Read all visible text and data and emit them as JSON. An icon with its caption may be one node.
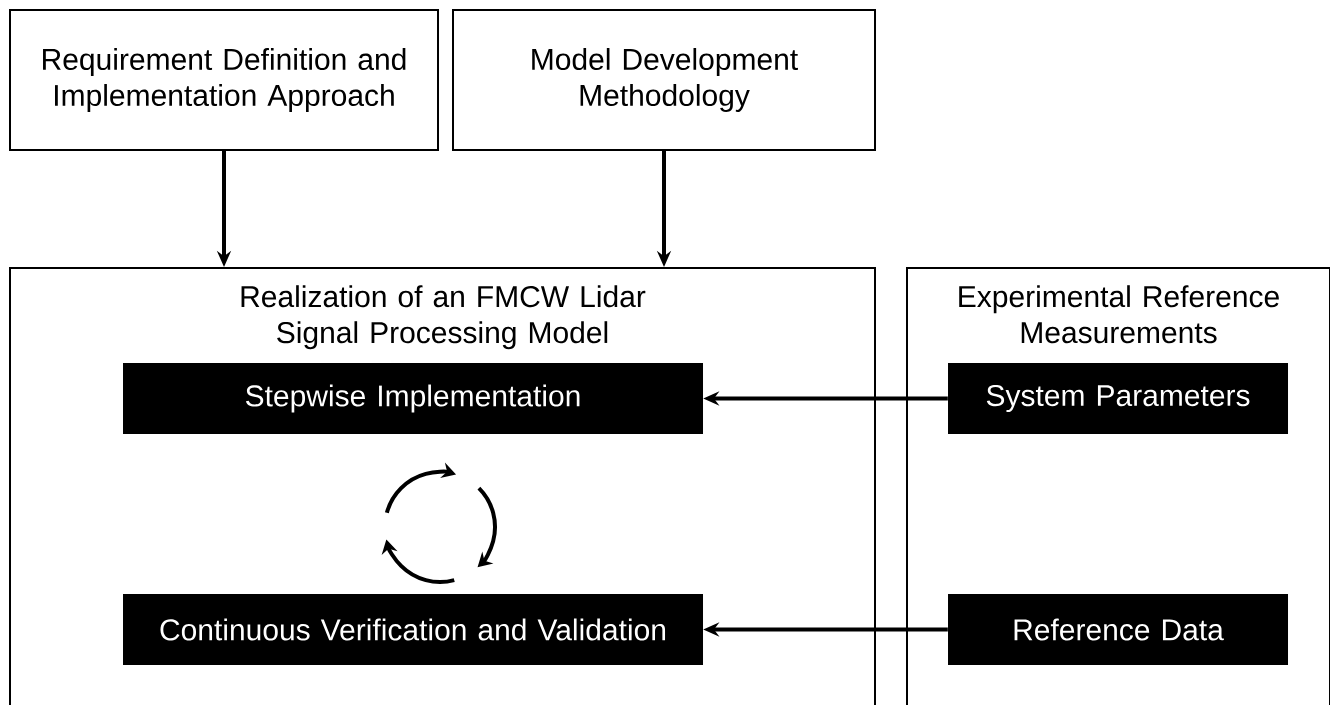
{
  "diagram": {
    "nodes": [
      {
        "text": [
          "Requirement Definition and Implementation Approach"
        ]
      },
      {
        "text": [
          "Model Development Methodology"
        ]
      },
      {
        "text": [
          "Realization of an FMCW Lidar Signal Processing Model"
        ]
      },
      {
        "text": [
          "Experimental Reference Measurements"
        ]
      },
      {
        "text": [
          "Stepwise Implementation"
        ],
        "in": 2
      },
      {
        "text": [
          "Continuous Verification and Validation"
        ],
        "in": 2
      },
      {
        "text": [
          "System Parameters"
        ],
        "in": 3
      },
      {
        "text": [
          "Reference Data"
        ],
        "in": 3
      }
    ],
    "edges": [
      {
        "from": 0,
        "to": 2,
        "arrow": "to"
      },
      {
        "from": 1,
        "to": 2,
        "arrow": "to"
      },
      {
        "from": 6,
        "to": 4,
        "arrow": "to"
      },
      {
        "from": 7,
        "to": 5,
        "arrow": "to"
      }
    ]
  }
}
